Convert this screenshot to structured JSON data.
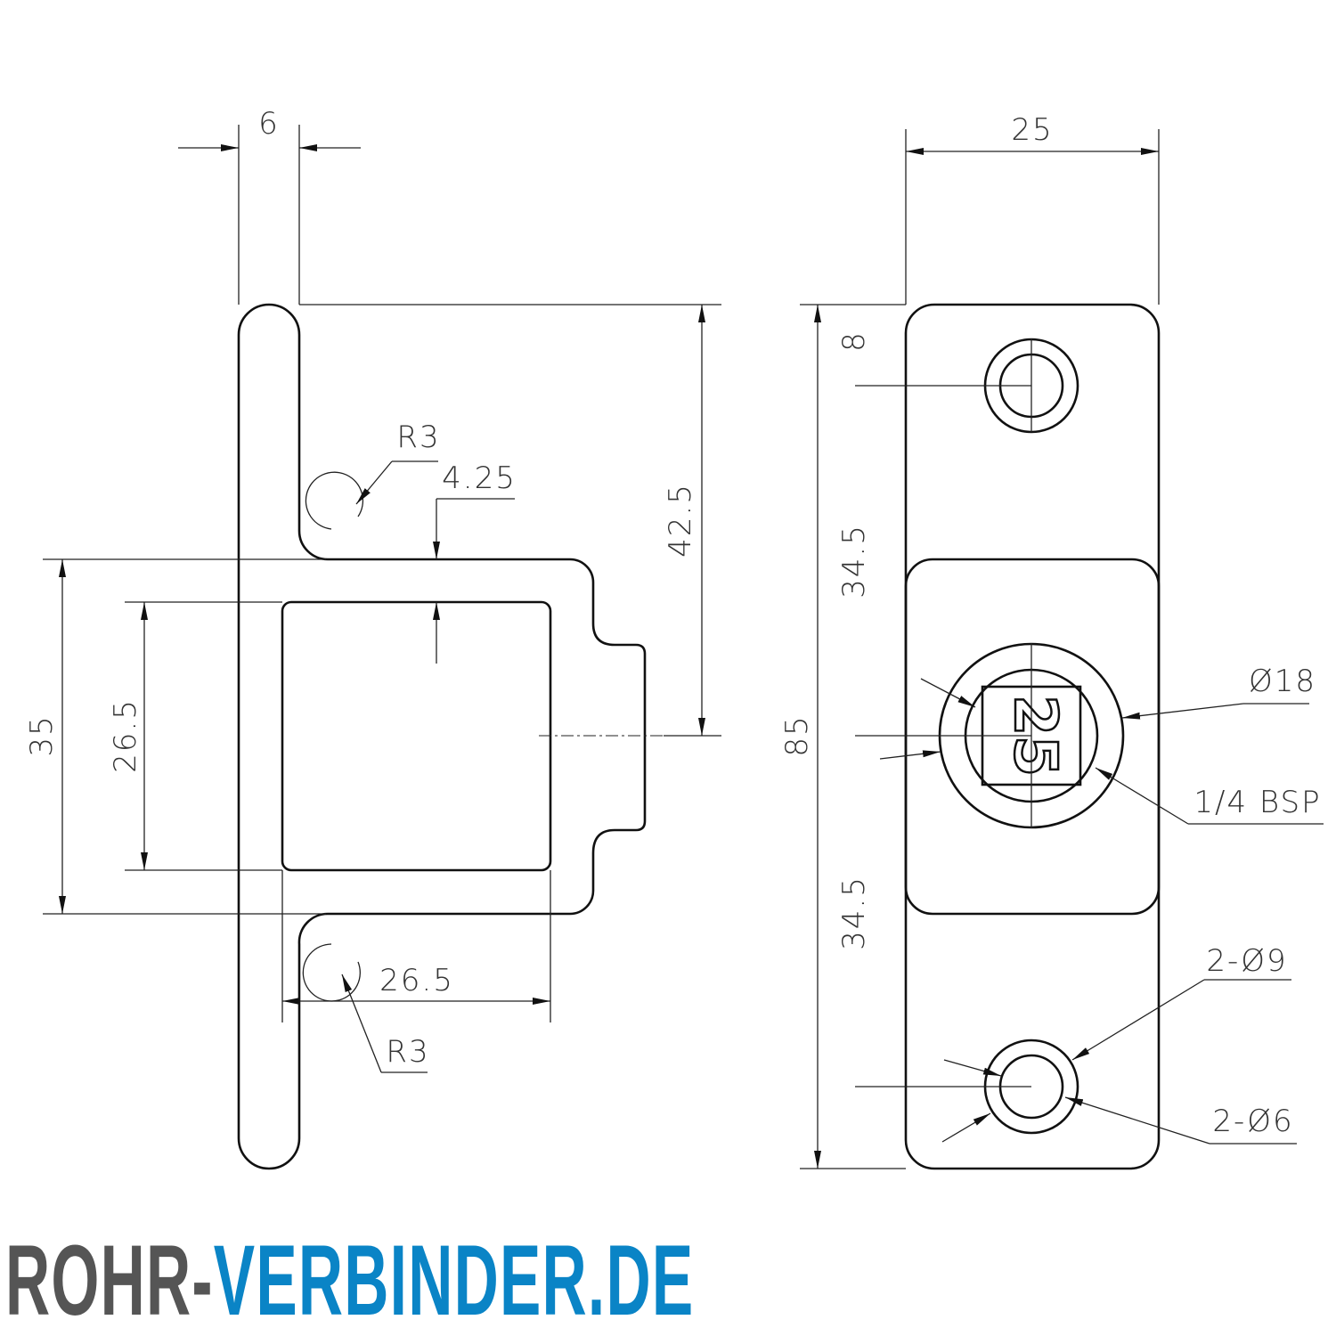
{
  "side_view": {
    "dim_width": "6",
    "dim_height_to_center": "42.5",
    "dim_outer": "35",
    "dim_inner": "26.5",
    "dim_wall": "4.25",
    "dim_inner_width": "26.5",
    "radius_top": "R3",
    "radius_bottom": "R3"
  },
  "front_view": {
    "dim_width": "25",
    "dim_total_height": "85",
    "dim_top_hole": "8",
    "dim_upper": "34.5",
    "dim_lower": "34.5",
    "dim_bore": "Ø18",
    "thread": "1/4 BSP",
    "hole_outer": "2-Ø9",
    "hole_inner": "2-Ø6",
    "size_marking": "25"
  },
  "logo": {
    "part1": "ROHR-",
    "part2": "VERBINDER.DE",
    "color1": "#555555",
    "color2": "#0a84c6"
  }
}
